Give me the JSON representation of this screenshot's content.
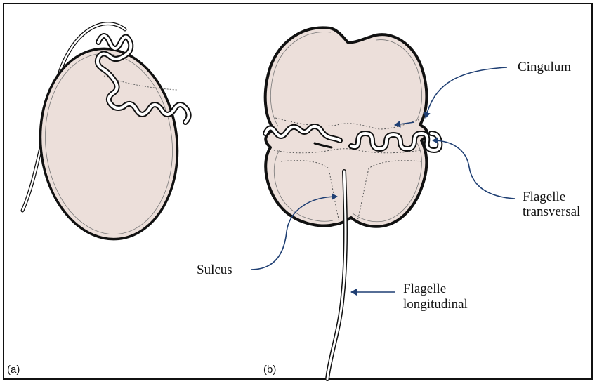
{
  "figure": {
    "panel_a": "(a)",
    "panel_b": "(b)",
    "labels": {
      "cingulum": "Cingulum",
      "flagelle_transversal_1": "Flagelle",
      "flagelle_transversal_2": "transversal",
      "sulcus": "Sulcus",
      "flagelle_longitudinal_1": "Flagelle",
      "flagelle_longitudinal_2": "longitudinal"
    }
  },
  "colors": {
    "cell_fill": "#ecdfda",
    "outline": "#111111",
    "arrow": "#1f3f73"
  }
}
